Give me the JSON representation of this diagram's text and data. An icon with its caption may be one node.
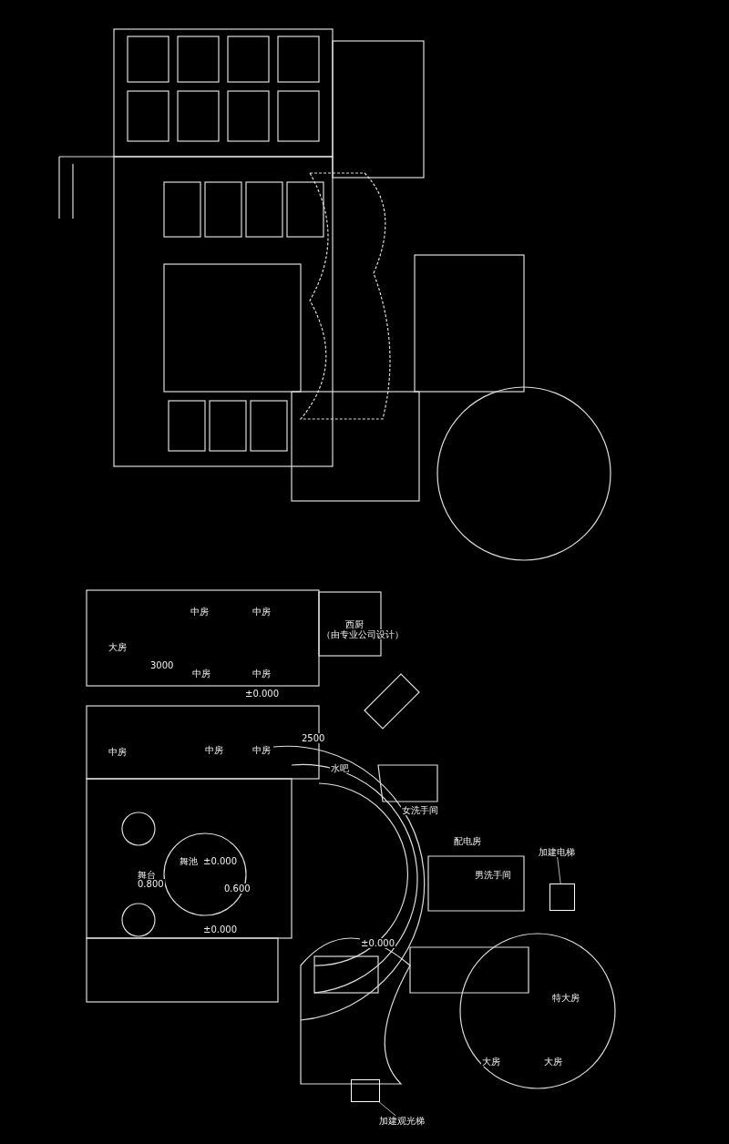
{
  "diagram": {
    "nodes": [
      {
        "text": [
          "加建电梯"
        ]
      },
      {
        "text": [],
        "shape": "box"
      },
      {
        "text": [
          "加建观光梯"
        ]
      },
      {
        "text": [],
        "shape": "box"
      }
    ],
    "edges": [
      {
        "from": 0,
        "to": 1,
        "arrow": "none"
      },
      {
        "from": 2,
        "to": 3,
        "arrow": "none"
      }
    ],
    "labels": [
      "大房",
      "中房",
      "中房",
      "中房",
      "中房",
      "西厨",
      "（由专业公司设计）",
      "3000",
      "±0.000",
      "中房",
      "中房",
      "中房",
      "2500",
      "水吧",
      "女洗手间",
      "配电房",
      "男洗手间",
      "舞池",
      "±0.000",
      "舞台",
      "0.800",
      "0.600",
      "±0.000",
      "±0.000",
      "特大房",
      "大房",
      "大房"
    ]
  }
}
